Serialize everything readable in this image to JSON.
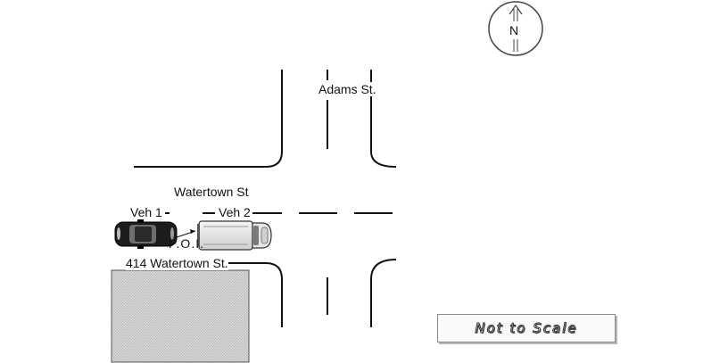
{
  "diagram": {
    "streets": {
      "north_south": "Adams St.",
      "east_west": "Watertown St"
    },
    "vehicles": {
      "vehicle_1": "Veh 1",
      "vehicle_2": "Veh 2"
    },
    "point_of_impact": "P.O.I.",
    "building_address": "414 Watertown St.",
    "compass": {
      "letter": "N"
    },
    "scale_note": "Not to Scale"
  }
}
